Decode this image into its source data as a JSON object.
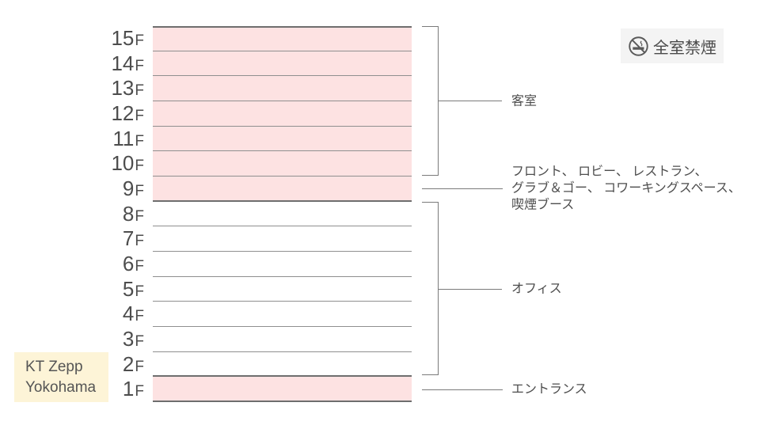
{
  "floors": [
    {
      "num": "15",
      "suffix": "F",
      "section": "guest-rooms"
    },
    {
      "num": "14",
      "suffix": "F",
      "section": "guest-rooms"
    },
    {
      "num": "13",
      "suffix": "F",
      "section": "guest-rooms"
    },
    {
      "num": "12",
      "suffix": "F",
      "section": "guest-rooms"
    },
    {
      "num": "11",
      "suffix": "F",
      "section": "guest-rooms"
    },
    {
      "num": "10",
      "suffix": "F",
      "section": "guest-rooms"
    },
    {
      "num": "9",
      "suffix": "F",
      "section": "front-lobby"
    },
    {
      "num": "8",
      "suffix": "F",
      "section": "office"
    },
    {
      "num": "7",
      "suffix": "F",
      "section": "office"
    },
    {
      "num": "6",
      "suffix": "F",
      "section": "office"
    },
    {
      "num": "5",
      "suffix": "F",
      "section": "office"
    },
    {
      "num": "4",
      "suffix": "F",
      "section": "office"
    },
    {
      "num": "3",
      "suffix": "F",
      "section": "office"
    },
    {
      "num": "2",
      "suffix": "F",
      "section": "office"
    },
    {
      "num": "1",
      "suffix": "F",
      "section": "entrance"
    }
  ],
  "annotations": {
    "guest_rooms": {
      "label": "客室"
    },
    "floor9": {
      "line1": "フロント、 ロビー、 レストラン、",
      "line2": "グラブ＆ゴー、 コワーキングスペース、",
      "line3": "喫煙ブース"
    },
    "office": {
      "label": "オフィス"
    },
    "entrance": {
      "label": "エントランス"
    }
  },
  "badge": {
    "label": "全室禁煙",
    "icon": "no-smoking-icon"
  },
  "venue": {
    "line1": "KT Zepp",
    "line2": "Yokohama"
  },
  "colors": {
    "guest_floor_fill": "#fde2e2",
    "floor_separator_line": "#8f8f8f",
    "section_boundary_line": "#6e6e6e",
    "annotation_line": "#7a7a7a",
    "text": "#4d4d4d",
    "badge_background": "#f4f4f4",
    "venue_background": "#fdf4d7"
  }
}
